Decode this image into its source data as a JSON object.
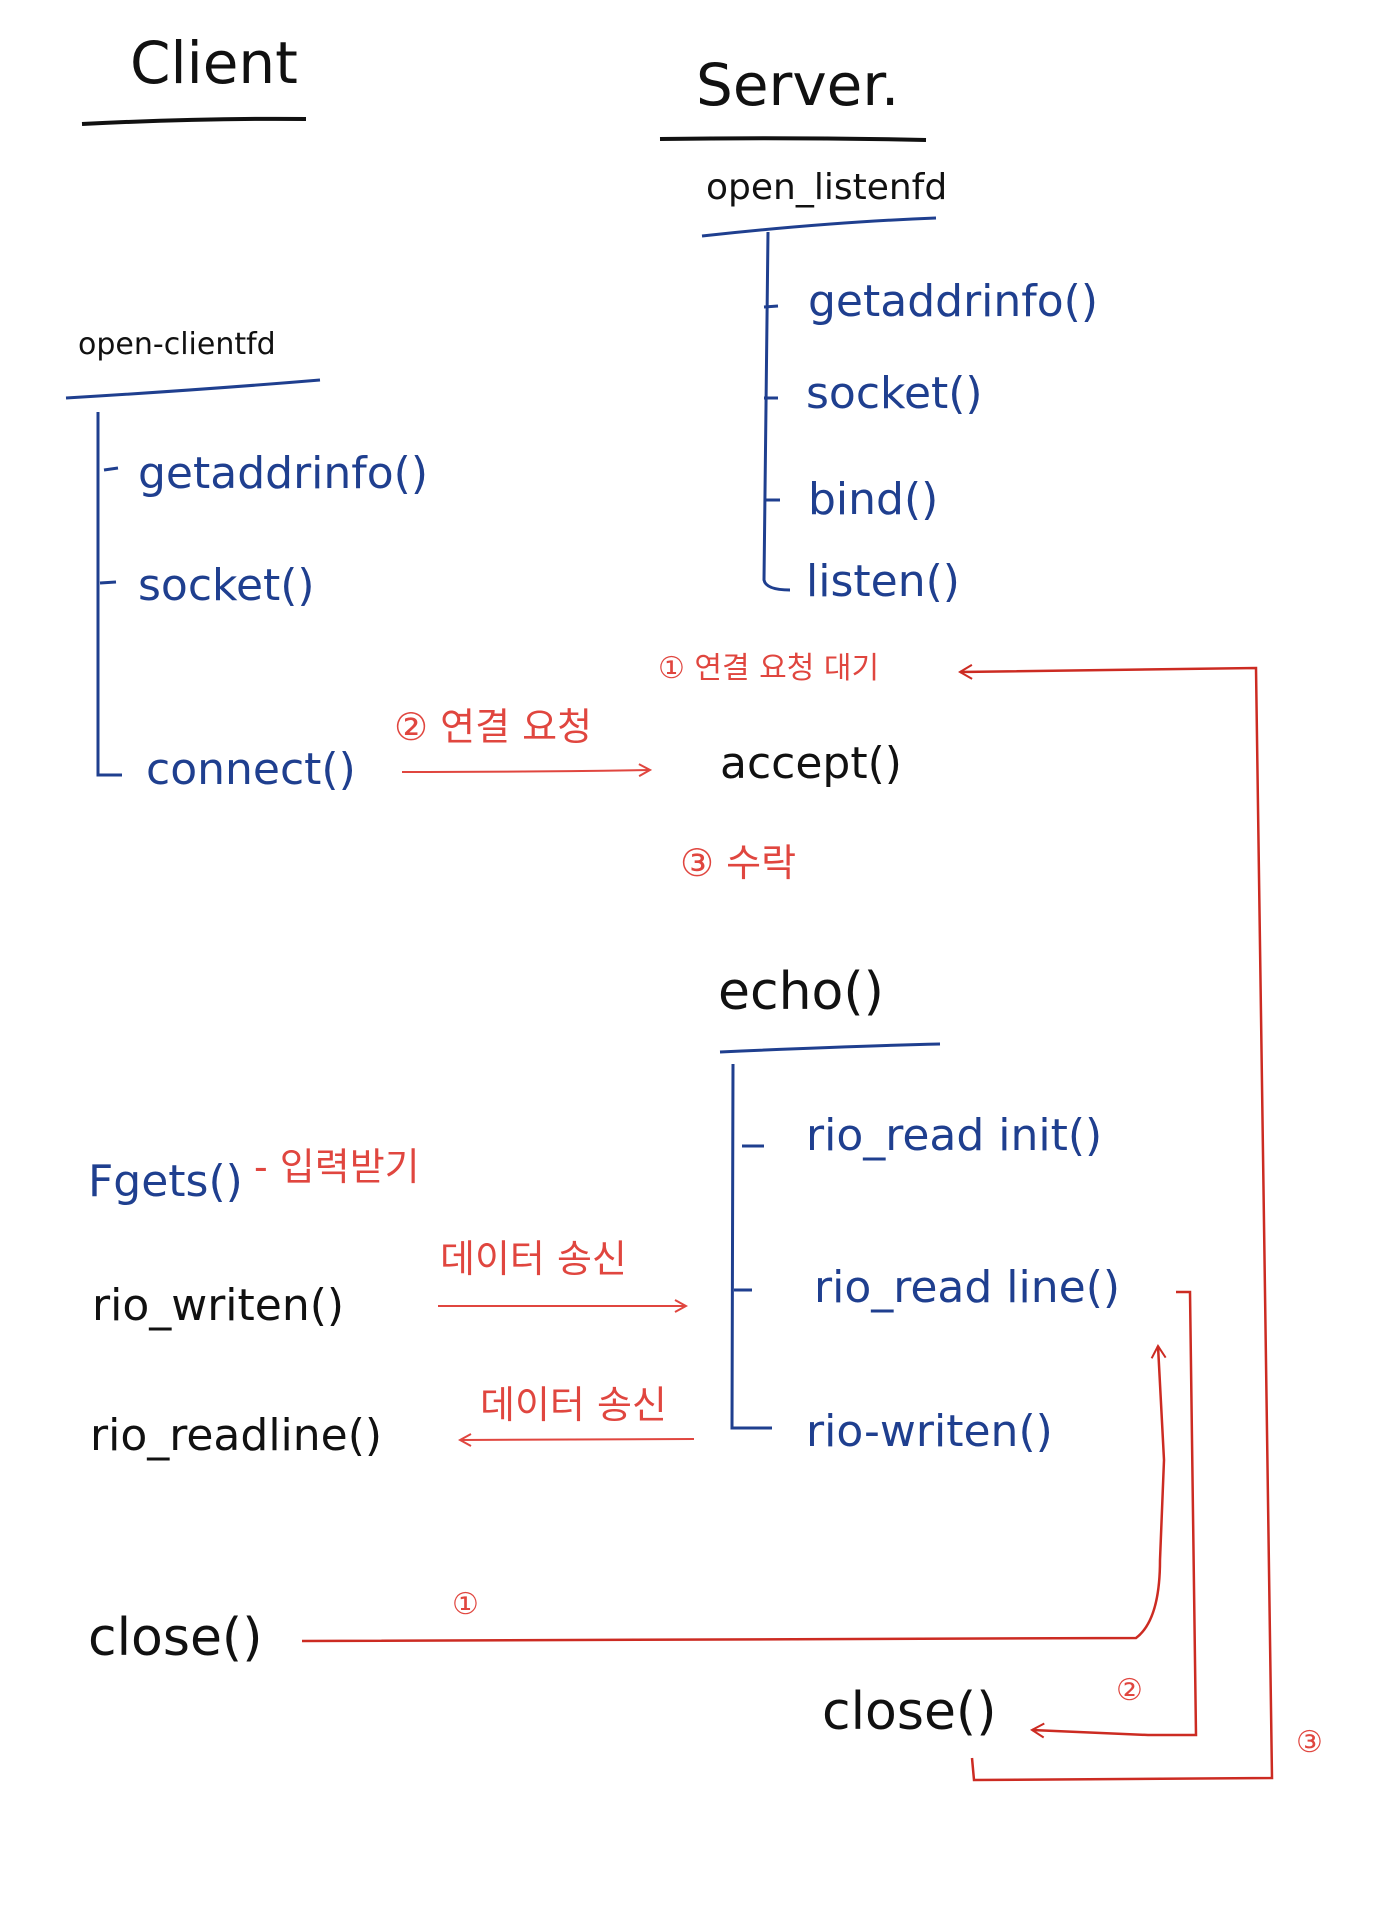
{
  "colors": {
    "ink": "#111111",
    "blue": "#1f3f8f",
    "red": "#e0463f",
    "redline": "#cc2b22"
  },
  "client": {
    "title": "Client",
    "open_clientfd": "open-clientfd",
    "getaddrinfo": "getaddrinfo()",
    "socket": "socket()",
    "connect": "connect()",
    "fgets": "Fgets()",
    "fgets_note": "- 입력받기",
    "rio_writen": "rio_writen()",
    "rio_readline": "rio_readline()",
    "close": "close()"
  },
  "server": {
    "title": "Server.",
    "open_listenfd": "open_listenfd",
    "getaddrinfo": "getaddrinfo()",
    "socket": "socket()",
    "bind": "bind()",
    "listen": "listen()",
    "accept": "accept()",
    "echo": "echo()",
    "rio_readinitb": "rio_read init()",
    "rio_readlineb": "rio_read line()",
    "rio_writen": "rio-writen()",
    "close": "close()"
  },
  "annotations": {
    "wait_connection": "① 연결 요청 대기",
    "connect_request": "② 연결 요청",
    "accept_note": "③ 수락",
    "send_data_1": "데이터 송신",
    "send_data_2": "데이터 송신",
    "step1": "①",
    "step2": "②",
    "step3": "③"
  }
}
